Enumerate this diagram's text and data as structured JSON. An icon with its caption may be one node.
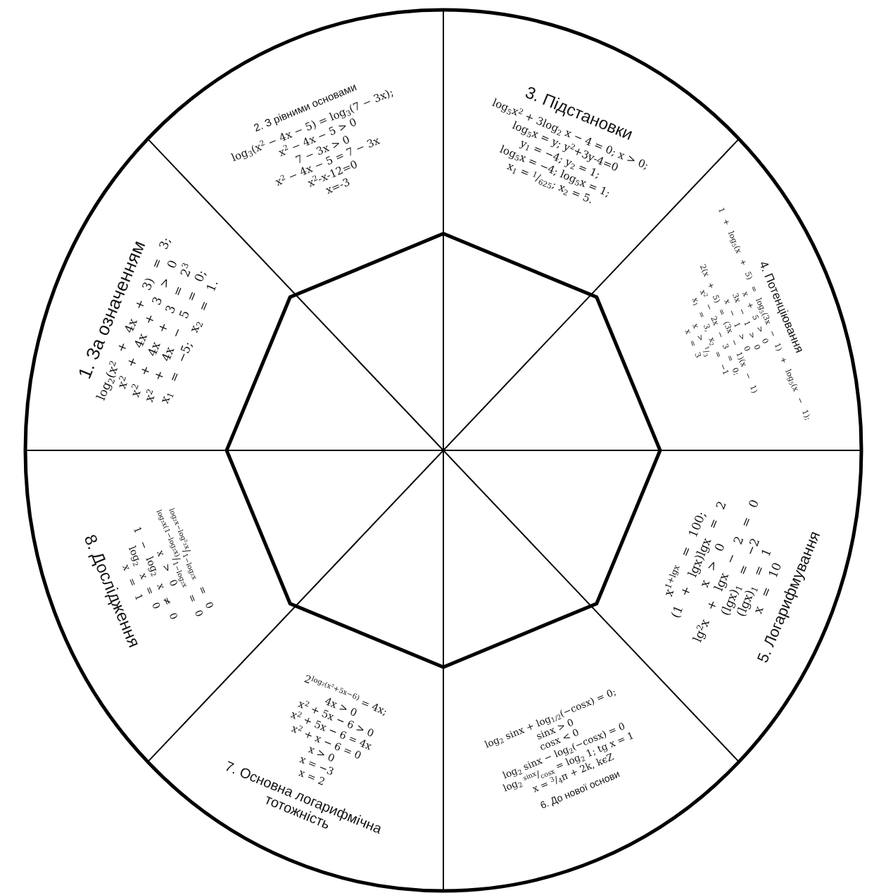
{
  "diagram": {
    "nodes": [
      {
        "text": [
          "1. За означенням",
          "log$_{2}$(x$^{2}$ + 4x + 3) = 3;",
          "x$^{2}$ + 4x + 3 > 0",
          "x$^{2}$ + 4x + 3 = 2$^{3}$",
          "x$^{2}$ + 4x − 5 = 0;",
          "x$_{1}$ = −5; x$_{2}$ = 1."
        ]
      },
      {
        "text": [
          "2. З рівними основами",
          "log$_{3}$(x$^{2}$ − 4x − 5) = log$_{3}$(7 − 3x);",
          "x$^{2}$ − 4x − 5 > 0",
          "7 − 3x > 0",
          "x$^{2}$ − 4x − 5 = 7 − 3x",
          "x$^{2}$-x-12=0",
          "x=-3"
        ]
      },
      {
        "text": [
          "3. Підстановки",
          "log$_{5}$x$^{2}$ + 3log$_{2}$ x − 4 = 0; x > 0;",
          "log$_{5}$x = y; y$^{2}$+3y-4=0",
          "y$_{1}$ = −4; y$_{2}$ = 1;",
          "log$_{5}$x = −4; log$_{5}$x = 1;",
          "x$_{1}$ = $^{1}$/$_{625}$; x$_{2}$ = 5."
        ]
      },
      {
        "text": [
          "4. Потенціювання",
          "1 + log$_{5}$(x + 5) = log$_{5}$(3x − 1) + log$_{5}$(x − 1);",
          "x + 5 > 0",
          "3x − 1 > 0",
          "x − 1 > 0",
          "2(x + 5) = (3x − 1)(x − 1)",
          "x$^{2}$ − 2x − 3 = 0;",
          "x$_{1}$ = 3, x$_{2}$ = −1",
          "x > $^{1}$/$_{3}$",
          "x = 3"
        ]
      },
      {
        "text": [
          "5. Логарифмування",
          "x$^{1+lgx}$ = 100;",
          "(1 + lgx)lgx = 2",
          "x > 0",
          "lg$^{2}$x + lgx − 2 = 0",
          "(lgx)$_{1}$ = −2",
          "(lgx)$_{1}$ = 1",
          "x = 10"
        ]
      },
      {
        "text": [
          "6. До нової основи",
          "log$_{2}$ sinx + log$_{1/2}$(−cosx) = 0;",
          "sinx > 0",
          "cosx < 0",
          "log$_{2}$ sinx − log$_{2}$(−cosx) = 0",
          "log$_{2}$ $^{sinx}$/$_{cosx}$ = log$_{2}$ 1; tg x = 1",
          "x = $^{3}$/$_{4}$π + 2k, kϵZ"
        ]
      },
      {
        "text": [
          "7. Основна логарифмічна тотожність",
          "2$^{log₂(x²+5x−6)}$ = 4x;",
          "4x > 0",
          "x$^{2}$ + 5x − 6 > 0",
          "x$^{2}$ + 5x − 6 = 4x",
          "x$^{2}$ + x − 6 = 0",
          "x > 0",
          "x = −3",
          "x = 2"
        ]
      },
      {
        "text": [
          "8. Дослідження",
          "$^{log₂x−log²₂x}$/$_{1−log₂x}$ = 0",
          "$^{log₂x(1−log₂x)}$/$_{1−log₂x}$ = 0",
          "x > 0",
          "1 − log$_{2}$ x ≠ 0",
          "log$_{2}$ x = 0",
          "x = 1"
        ]
      }
    ]
  }
}
